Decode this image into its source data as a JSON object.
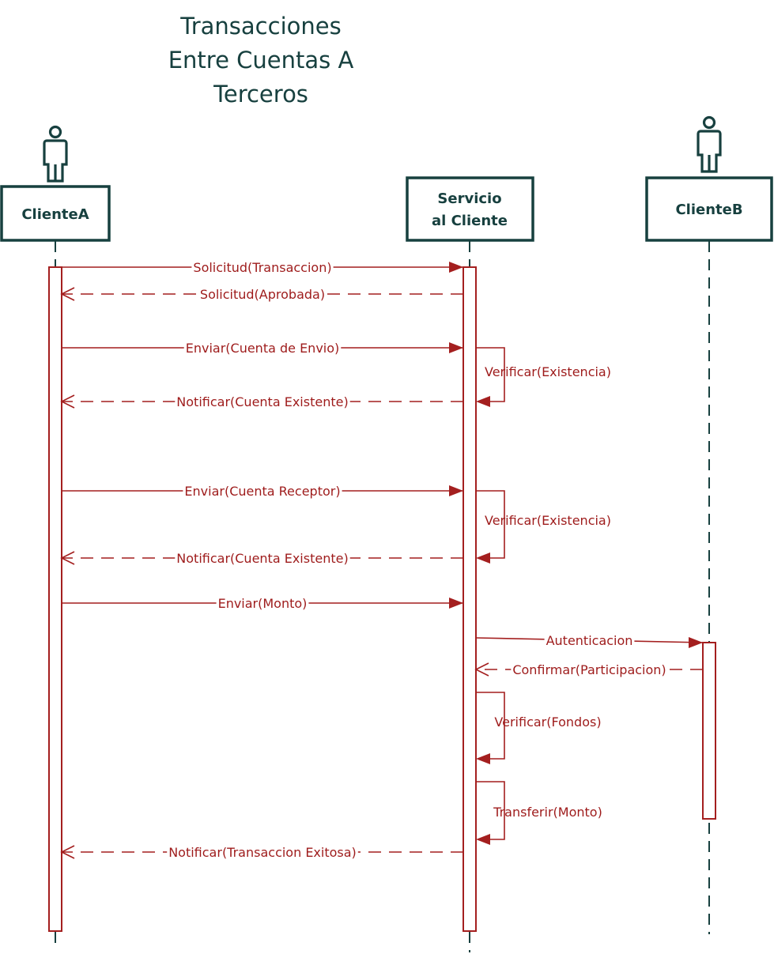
{
  "title": [
    "Transacciones",
    "Entre Cuentas A",
    "Terceros"
  ],
  "participants": [
    {
      "id": "clienteA",
      "label": [
        "ClienteA"
      ],
      "actor": true
    },
    {
      "id": "servicio",
      "label": [
        "Servicio",
        "al Cliente"
      ],
      "actor": false
    },
    {
      "id": "clienteB",
      "label": [
        "ClienteB"
      ],
      "actor": true
    }
  ],
  "messages": [
    {
      "label": "Solicitud(Transaccion)",
      "from": "clienteA",
      "to": "servicio",
      "style": "solid"
    },
    {
      "label": "Solicitud(Aprobada)",
      "from": "servicio",
      "to": "clienteA",
      "style": "return"
    },
    {
      "label": "Enviar(Cuenta de Envio)",
      "from": "clienteA",
      "to": "servicio",
      "style": "solid"
    },
    {
      "label": "Verificar(Existencia)",
      "from": "servicio",
      "to": "servicio",
      "style": "self"
    },
    {
      "label": "Notificar(Cuenta Existente)",
      "from": "servicio",
      "to": "clienteA",
      "style": "return"
    },
    {
      "label": "Enviar(Cuenta Receptor)",
      "from": "clienteA",
      "to": "servicio",
      "style": "solid"
    },
    {
      "label": "Verificar(Existencia)",
      "from": "servicio",
      "to": "servicio",
      "style": "self"
    },
    {
      "label": "Notificar(Cuenta Existente)",
      "from": "servicio",
      "to": "clienteA",
      "style": "return"
    },
    {
      "label": "Enviar(Monto)",
      "from": "clienteA",
      "to": "servicio",
      "style": "solid"
    },
    {
      "label": "Autenticacion",
      "from": "servicio",
      "to": "clienteB",
      "style": "solid"
    },
    {
      "label": "Confirmar(Participacion)",
      "from": "clienteB",
      "to": "servicio",
      "style": "return"
    },
    {
      "label": "Verificar(Fondos)",
      "from": "servicio",
      "to": "servicio",
      "style": "self"
    },
    {
      "label": "Transferir(Monto)",
      "from": "servicio",
      "to": "servicio",
      "style": "self"
    },
    {
      "label": "Notificar(Transaccion Exitosa)",
      "from": "servicio",
      "to": "clienteA",
      "style": "return"
    }
  ],
  "colors": {
    "lifeline": "#17403f",
    "message": "#a41f1f"
  }
}
